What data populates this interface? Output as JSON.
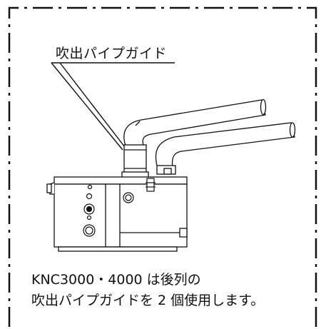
{
  "diagram": {
    "callout_label": "吹出パイプガイド",
    "caption_line_1": "KNC3000・4000 は後列の",
    "caption_line_2": "吹出パイプガイドを 2 個使用します。"
  },
  "colors": {
    "line": "#111111",
    "background": "#ffffff"
  }
}
